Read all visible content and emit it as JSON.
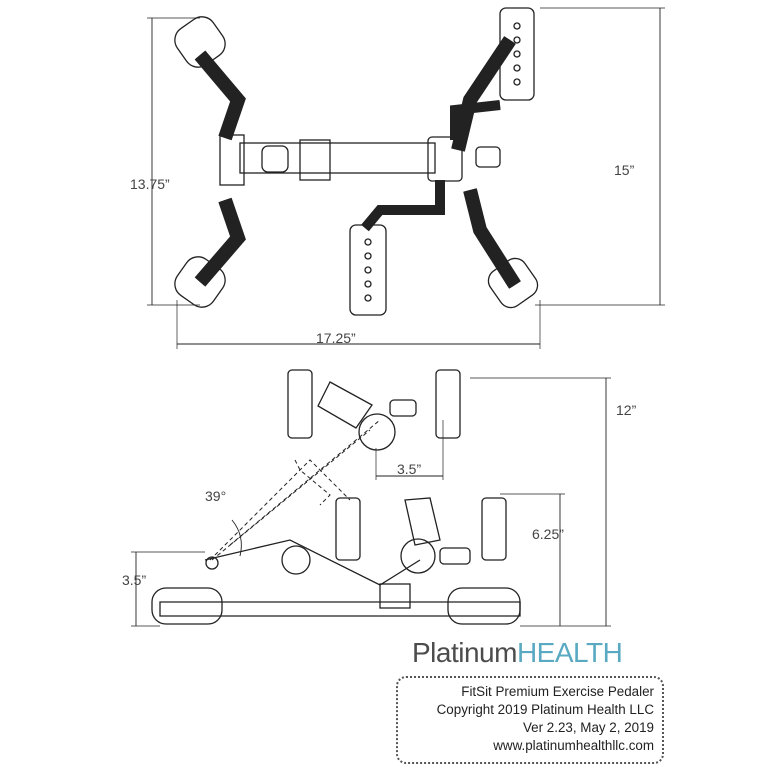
{
  "dimensions": {
    "top_depth": "13.75”",
    "top_width": "17.25”",
    "top_length": "15”",
    "side_height": "12”",
    "pedal_offset": "3.5”",
    "angle": "39°",
    "pedal_height": "6.25”",
    "base_height": "3.5”"
  },
  "logo": {
    "part1": "Platinum",
    "part2": "HEALTH"
  },
  "info": {
    "product": "FitSit Premium Exercise Pedaler",
    "copyright": "Copyright 2019 Platinum Health LLC",
    "version": "Ver 2.23, May 2, 2019",
    "website": "www.platinumhealthllc.com"
  },
  "colors": {
    "line": "#222222",
    "brand_gray": "#4c4c4c",
    "brand_blue": "#5aa9c2"
  }
}
